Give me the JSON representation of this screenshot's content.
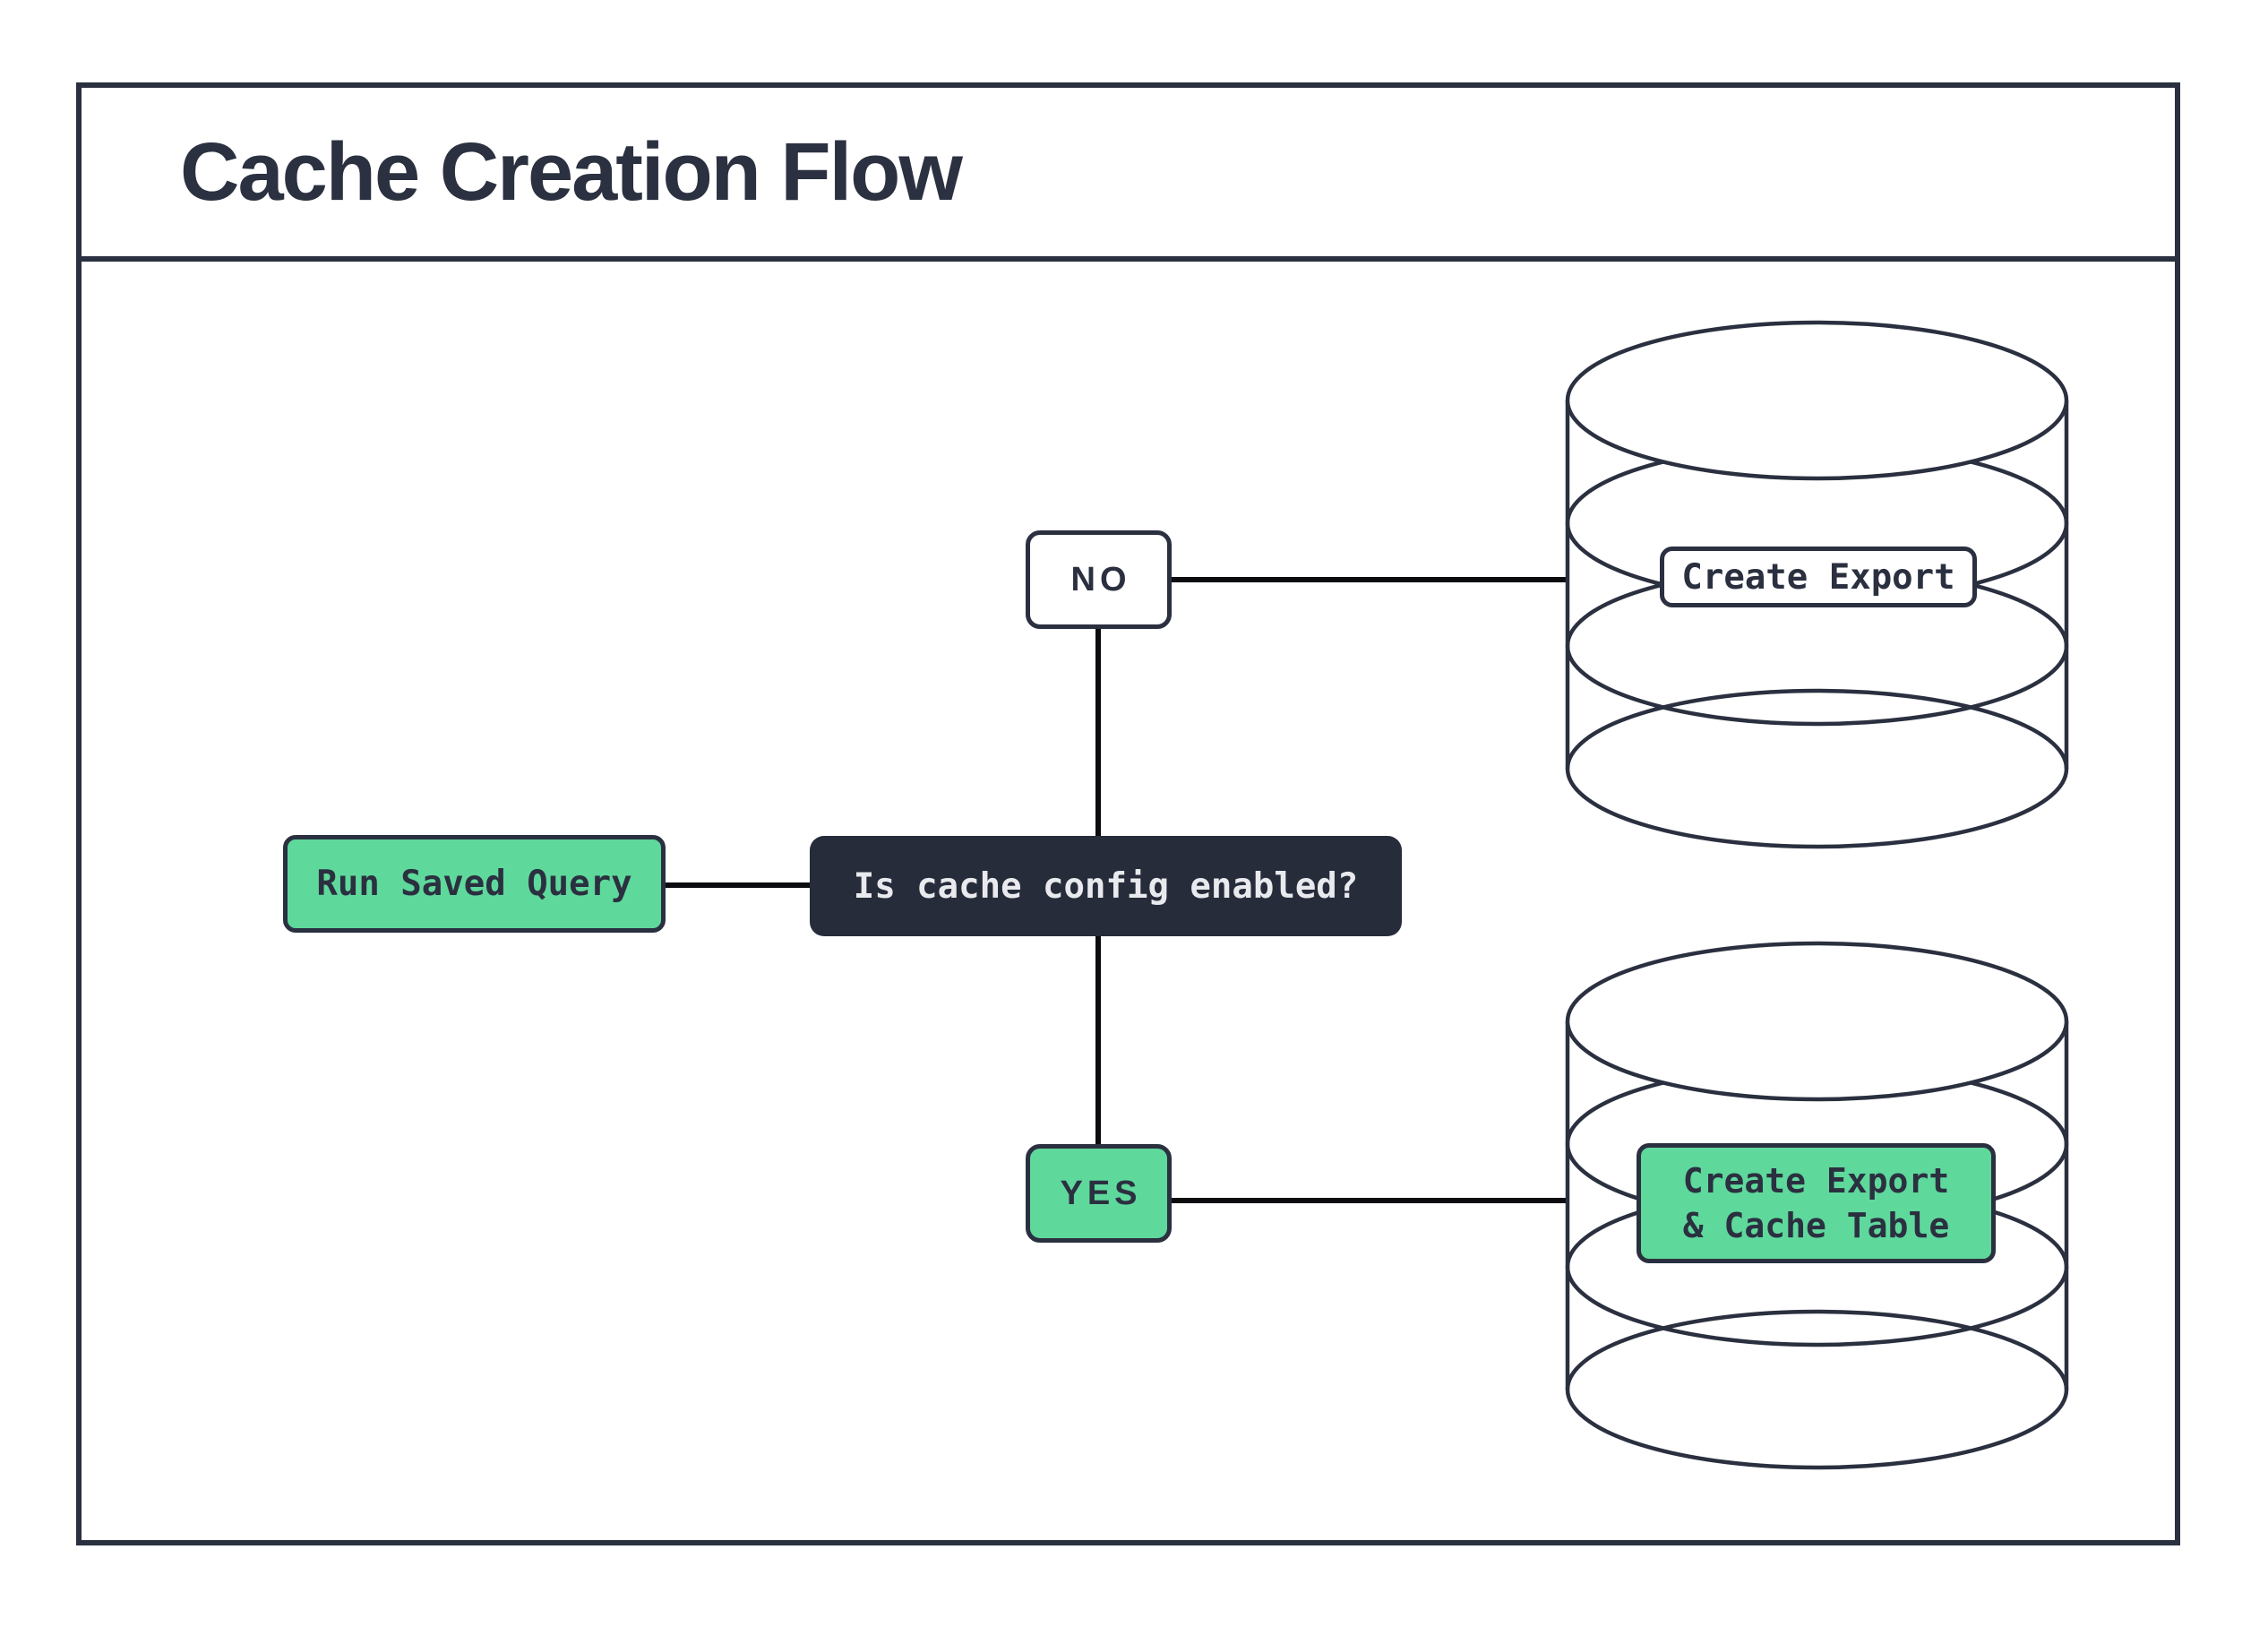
{
  "title": "Cache Creation Flow",
  "colors": {
    "accent_green": "#5fd89c",
    "navy_stroke": "#2b3040",
    "question_fill": "#272c3b",
    "connector_black": "#0b0c0f",
    "background": "#ffffff"
  },
  "nodes": {
    "run_saved_query": {
      "label": "Run Saved Query"
    },
    "question": {
      "label": "Is cache config enabled?"
    },
    "branch_no": {
      "label": "NO"
    },
    "branch_yes": {
      "label": "YES"
    },
    "create_export": {
      "label": "Create Export"
    },
    "create_export_cache": {
      "lines": [
        "Create Export",
        "& Cache Table"
      ]
    }
  }
}
